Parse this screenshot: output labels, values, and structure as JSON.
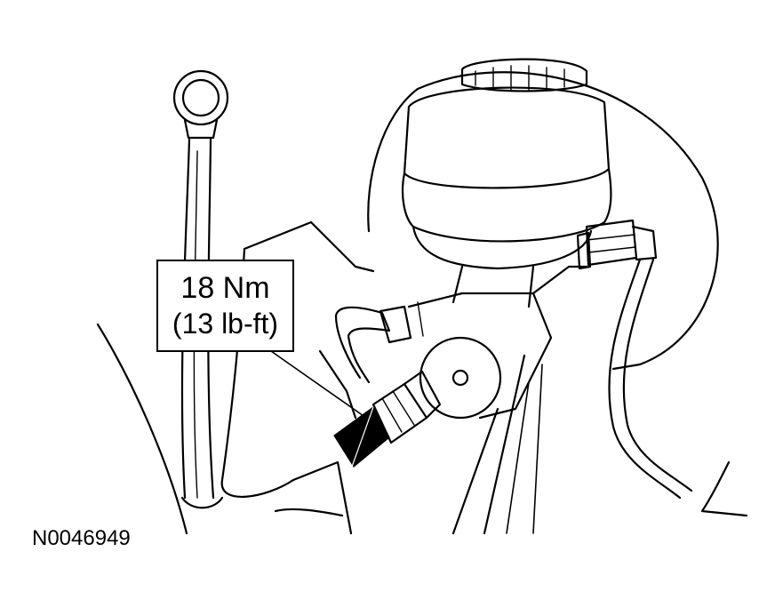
{
  "diagram": {
    "torque_callout": {
      "metric": "18 Nm",
      "imperial": "(13 lb-ft)"
    },
    "figure_id": "N0046949",
    "colors": {
      "line": "#000000",
      "background": "#ffffff"
    }
  }
}
